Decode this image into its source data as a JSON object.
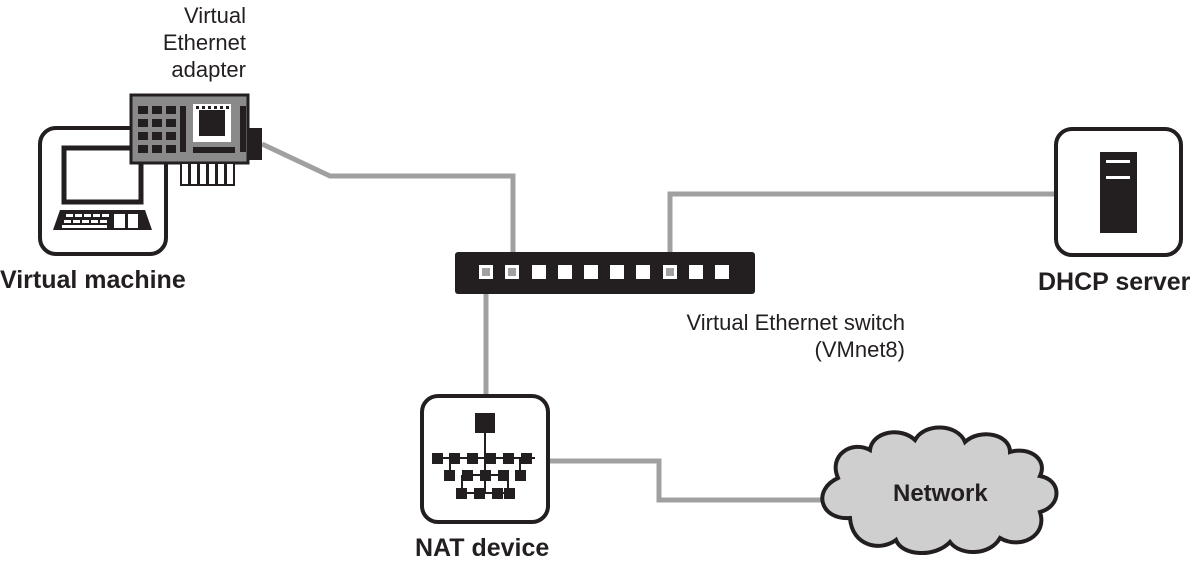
{
  "diagram": {
    "virtual_adapter_label": [
      "Virtual",
      "Ethernet",
      "adapter"
    ],
    "virtual_machine_label": "Virtual machine",
    "dhcp_server_label": "DHCP server",
    "switch_label": [
      "Virtual Ethernet switch",
      "(VMnet8)"
    ],
    "nat_device_label": "NAT device",
    "network_label": "Network"
  },
  "colors": {
    "ink": "#231f20",
    "cable": "#a0a0a0",
    "cloud": "#cfcfcf",
    "white": "#ffffff"
  },
  "icons": [
    "computer-icon",
    "network-card-icon",
    "switch-icon",
    "server-icon",
    "nat-device-icon",
    "cloud-icon"
  ]
}
